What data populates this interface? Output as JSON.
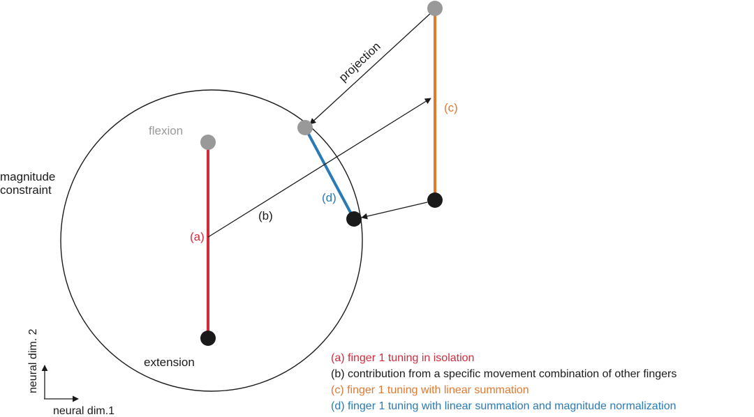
{
  "colors": {
    "red": "#d42a3c",
    "orange": "#e2792f",
    "blue": "#2a7ab5",
    "gray": "#999999",
    "black": "#1a1a1a"
  },
  "labels": {
    "flexion": "flexion",
    "extension": "extension",
    "magnitude_line1": "magnitude",
    "magnitude_line2": "constraint",
    "projection": "projection",
    "a": "(a)",
    "b": "(b)",
    "c": "(c)",
    "d": "(d)"
  },
  "axes": {
    "x_label": "neural dim.1",
    "y_label": "neural dim. 2"
  },
  "legend": [
    {
      "text": "(a) finger 1 tuning in isolation",
      "color": "#d42a3c"
    },
    {
      "text": "(b) contribution from a specific movement combination of other fingers",
      "color": "#1a1a1a"
    },
    {
      "text": "(c) finger 1 tuning with linear summation",
      "color": "#e2792f"
    },
    {
      "text": "(d) finger 1 tuning with linear summation and magnitude normalization",
      "color": "#2a7ab5"
    }
  ]
}
